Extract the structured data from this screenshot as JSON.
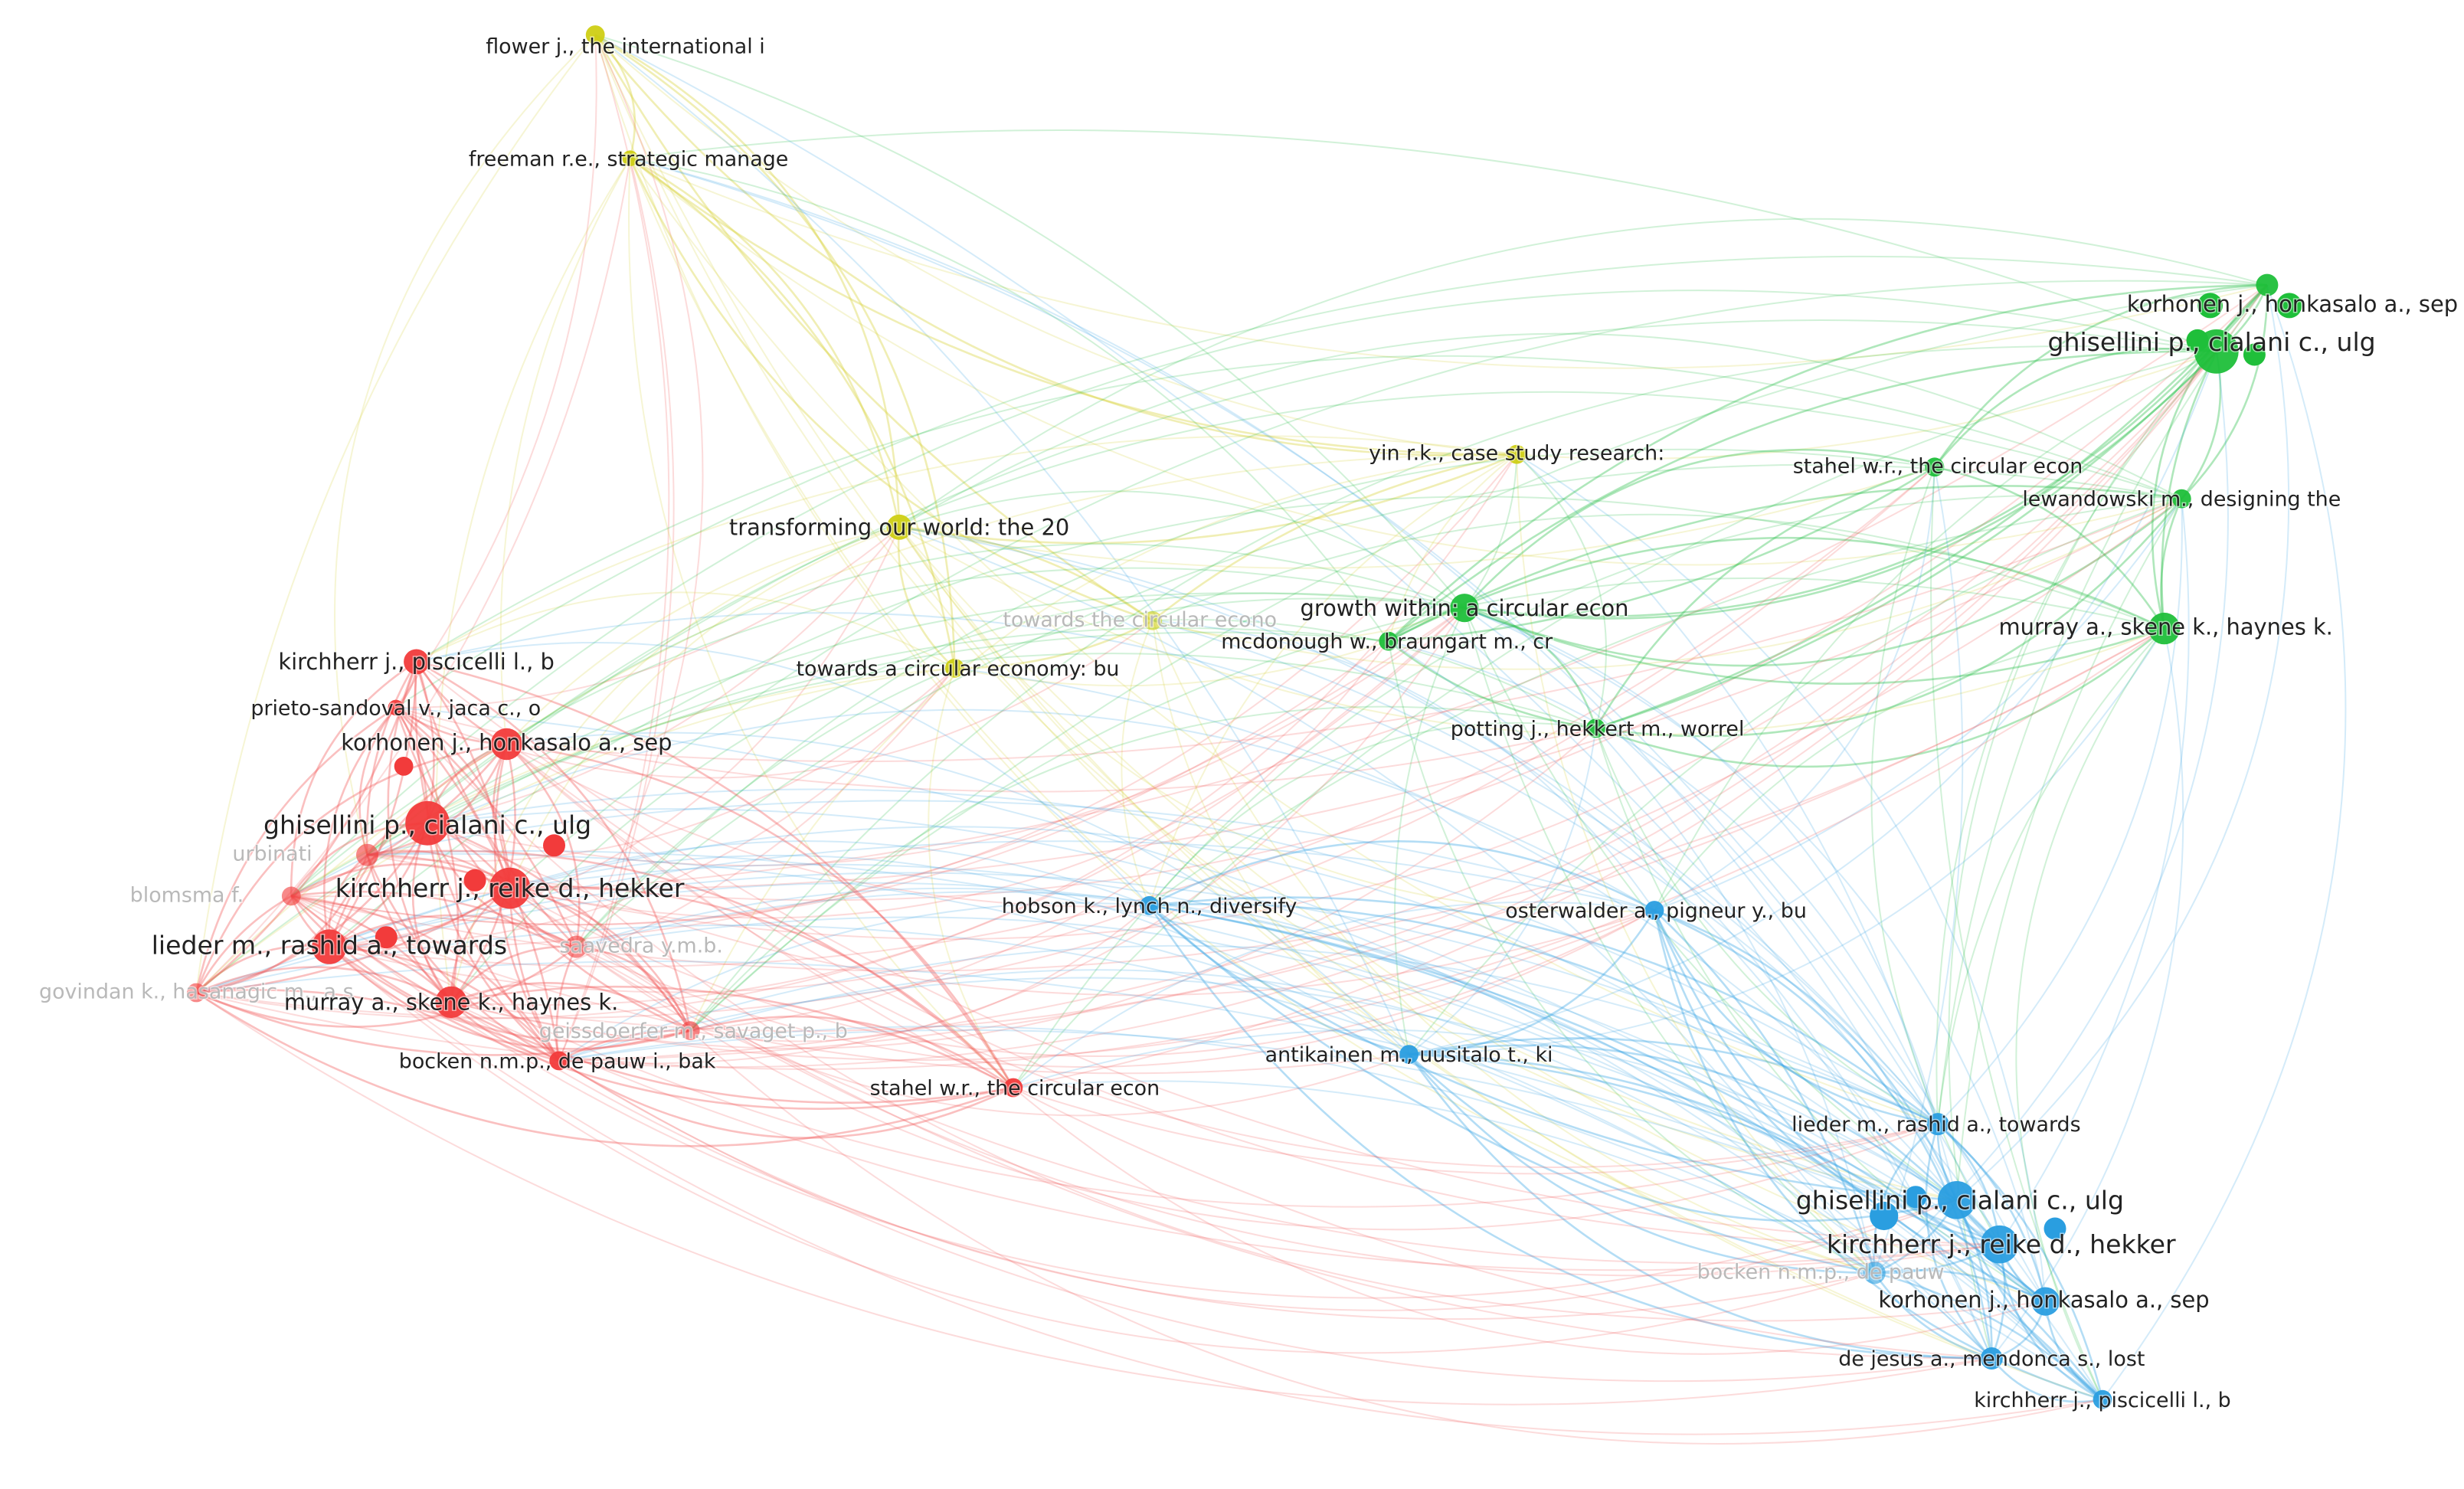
{
  "clusters": {
    "red": {
      "color": "#f23b3b",
      "edge_color": "#f25a5a"
    },
    "green": {
      "color": "#1fbf3a",
      "edge_color": "#2ec14c"
    },
    "blue": {
      "color": "#2a9ee0",
      "edge_color": "#3aa6e4"
    },
    "yellow": {
      "color": "#cfcf14",
      "edge_color": "#d7d23a"
    }
  },
  "nodes": [
    {
      "id": "y1",
      "cluster": "yellow",
      "label": "flower j., the international i",
      "weight": 2,
      "faded": false
    },
    {
      "id": "y2",
      "cluster": "yellow",
      "label": "freeman r.e., strategic manage",
      "weight": 2,
      "faded": false
    },
    {
      "id": "y3",
      "cluster": "yellow",
      "label": "yin r.k., case study research:",
      "weight": 2,
      "faded": false
    },
    {
      "id": "y4",
      "cluster": "yellow",
      "label": "transforming our world: the 20",
      "weight": 3,
      "faded": false
    },
    {
      "id": "y5",
      "cluster": "yellow",
      "label": "towards the circular econo",
      "weight": 2,
      "faded": true
    },
    {
      "id": "y6",
      "cluster": "yellow",
      "label": "towards a circular economy: bu",
      "weight": 2,
      "faded": false
    },
    {
      "id": "g1",
      "cluster": "green",
      "label": "korhonen j., honkasalo a., sep",
      "weight": 3,
      "faded": false
    },
    {
      "id": "g2",
      "cluster": "green",
      "label": "ghisellini p., cialani c., ulg",
      "weight": 5,
      "faded": false
    },
    {
      "id": "g3",
      "cluster": "green",
      "label": "stahel w.r., the circular econ",
      "weight": 2,
      "faded": false
    },
    {
      "id": "g4",
      "cluster": "green",
      "label": "lewandowski m., designing the",
      "weight": 2,
      "faded": false
    },
    {
      "id": "g5",
      "cluster": "green",
      "label": "murray a., skene k., haynes k.",
      "weight": 3,
      "faded": false
    },
    {
      "id": "g6",
      "cluster": "green",
      "label": "growth within: a circular econ",
      "weight": 3,
      "faded": false
    },
    {
      "id": "g7",
      "cluster": "green",
      "label": "mcdonough w., braungart m., cr",
      "weight": 2,
      "faded": false
    },
    {
      "id": "g8",
      "cluster": "green",
      "label": "potting j., hekkert m., worrel",
      "weight": 2,
      "faded": false
    },
    {
      "id": "b1",
      "cluster": "blue",
      "label": "hobson k., lynch n., diversify",
      "weight": 2,
      "faded": false
    },
    {
      "id": "b2",
      "cluster": "blue",
      "label": "osterwalder a., pigneur y., bu",
      "weight": 2,
      "faded": false
    },
    {
      "id": "b3",
      "cluster": "blue",
      "label": "antikainen m., uusitalo t., ki",
      "weight": 2,
      "faded": false
    },
    {
      "id": "b4",
      "cluster": "blue",
      "label": "lieder m., rashid a., towards",
      "weight": 2,
      "faded": false
    },
    {
      "id": "b5",
      "cluster": "blue",
      "label": "ghisellini p., cialani c., ulg",
      "weight": 4,
      "faded": false
    },
    {
      "id": "b6",
      "cluster": "blue",
      "label": "kirchherr j., reike d., hekker",
      "weight": 4,
      "faded": false
    },
    {
      "id": "b7",
      "cluster": "blue",
      "label": "bocken n.m.p., de pauw",
      "weight": 2,
      "faded": true
    },
    {
      "id": "b8",
      "cluster": "blue",
      "label": "korhonen j., honkasalo a., sep",
      "weight": 3,
      "faded": false
    },
    {
      "id": "b9",
      "cluster": "blue",
      "label": "de jesus a., mendonca s., lost",
      "weight": 2,
      "faded": false
    },
    {
      "id": "b10",
      "cluster": "blue",
      "label": "kirchherr j., piscicelli l., b",
      "weight": 2,
      "faded": false
    },
    {
      "id": "r1",
      "cluster": "red",
      "label": "kirchherr j., piscicelli l., b",
      "weight": 3,
      "faded": false
    },
    {
      "id": "r2",
      "cluster": "red",
      "label": "prieto-sandoval v., jaca c., o",
      "weight": 2,
      "faded": false
    },
    {
      "id": "r3",
      "cluster": "red",
      "label": "korhonen j., honkasalo a., sep",
      "weight": 3,
      "faded": false
    },
    {
      "id": "r4",
      "cluster": "red",
      "label": "ghisellini p., cialani c., ulg",
      "weight": 5,
      "faded": false
    },
    {
      "id": "r5",
      "cluster": "red",
      "label": "urbinati",
      "weight": 2,
      "faded": true
    },
    {
      "id": "r6",
      "cluster": "red",
      "label": "kirchherr j., reike d., hekker",
      "weight": 5,
      "faded": false
    },
    {
      "id": "r7",
      "cluster": "red",
      "label": "blomsma f.",
      "weight": 2,
      "faded": true
    },
    {
      "id": "r8",
      "cluster": "red",
      "label": "lieder m., rashid a., towards",
      "weight": 4,
      "faded": false
    },
    {
      "id": "r9",
      "cluster": "red",
      "label": "saavedra y.m.b.",
      "weight": 2,
      "faded": true
    },
    {
      "id": "r10",
      "cluster": "red",
      "label": "govindan k., hasanagic m., a s",
      "weight": 2,
      "faded": true
    },
    {
      "id": "r11",
      "cluster": "red",
      "label": "murray a., skene k., haynes k.",
      "weight": 3,
      "faded": false
    },
    {
      "id": "r12",
      "cluster": "red",
      "label": "geissdoerfer m., savaget p., b",
      "weight": 2,
      "faded": true
    },
    {
      "id": "r13",
      "cluster": "red",
      "label": "bocken n.m.p., de pauw i., bak",
      "weight": 2,
      "faded": false
    },
    {
      "id": "r14",
      "cluster": "red",
      "label": "stahel w.r., the circular econ",
      "weight": 2,
      "faded": false
    }
  ]
}
